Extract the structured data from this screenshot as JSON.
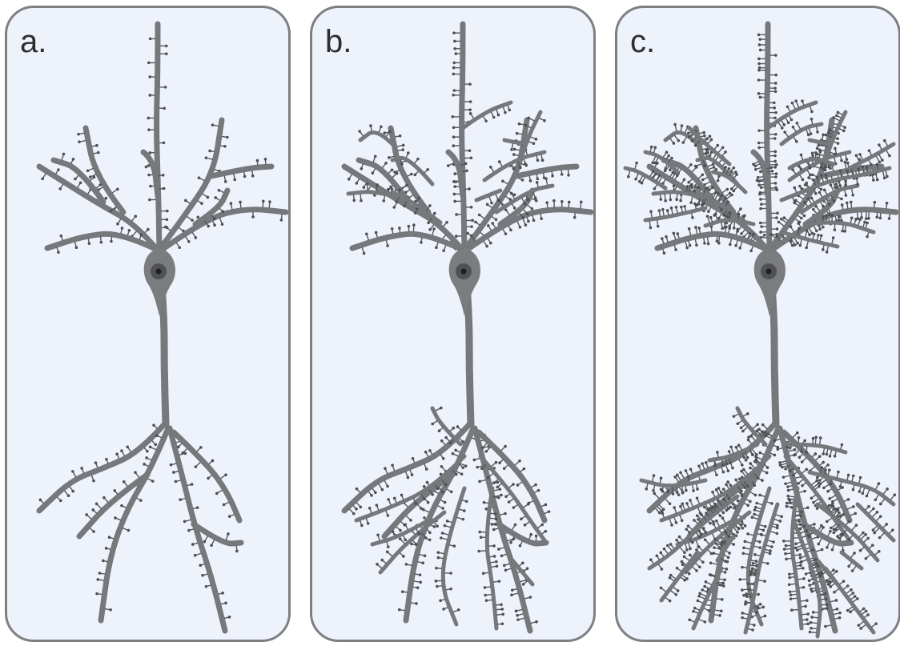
{
  "panels": [
    {
      "id": "a",
      "label": "a.",
      "spine_density": "sparse"
    },
    {
      "id": "b",
      "label": "b.",
      "spine_density": "medium"
    },
    {
      "id": "c",
      "label": "c.",
      "spine_density": "dense"
    }
  ],
  "colors": {
    "panel_background": "#eef2fb",
    "panel_border": "#7d7f83",
    "dendrite": "#77787b",
    "soma": "#7b7c80",
    "nucleus": "#505155",
    "nucleolus": "#1f1f21"
  }
}
